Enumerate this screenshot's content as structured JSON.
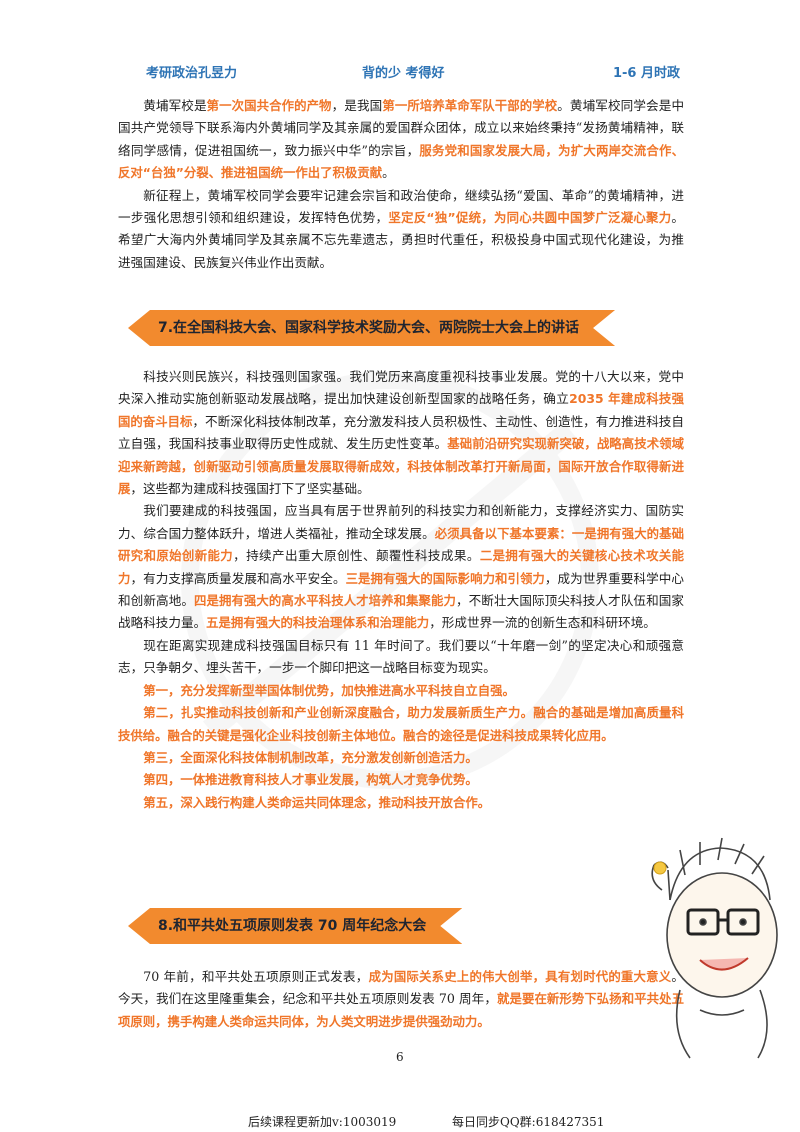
{
  "header": {
    "left": "考研政治孔昱力",
    "center": "背的少 考得好",
    "right": "1-6 月时政"
  },
  "intro": {
    "p1": [
      {
        "t": "黄埔军校是",
        "h": false
      },
      {
        "t": "第一次国共合作的产物",
        "h": true
      },
      {
        "t": "，是我国",
        "h": false
      },
      {
        "t": "第一所培养革命军队干部的学校",
        "h": true
      },
      {
        "t": "。黄埔军校同学会是中国共产党领导下联系海内外黄埔同学及其亲属的爱国群众团体，成立以来始终秉持“发扬黄埔精神，联络同学感情，促进祖国统一，致力振兴中华”的宗旨，",
        "h": false
      },
      {
        "t": "服务党和国家发展大局，为扩大两岸交流合作、反对“台独”分裂、推进祖国统一作出了积极贡献",
        "h": true
      },
      {
        "t": "。",
        "h": false
      }
    ],
    "p2": [
      {
        "t": "新征程上，黄埔军校同学会要牢记建会宗旨和政治使命，继续弘扬“爱国、革命”的黄埔精神，进一步强化思想引领和组织建设，发挥特色优势，",
        "h": false
      },
      {
        "t": "坚定反“独”促统，为同心共圆中国梦广泛凝心聚力",
        "h": true
      },
      {
        "t": "。希望广大海内外黄埔同学及其亲属不忘先辈遗志，勇担时代重任，积极投身中国式现代化建设，为推进强国建设、民族复兴伟业作出贡献。",
        "h": false
      }
    ]
  },
  "section7": {
    "title": "7.在全国科技大会、国家科学技术奖励大会、两院院士大会上的讲话",
    "p1": [
      {
        "t": "科技兴则民族兴，科技强则国家强。我们党历来高度重视科技事业发展。党的十八大以来，党中央深入推动实施创新驱动发展战略，提出加快建设创新型国家的战略任务，确立",
        "h": false
      },
      {
        "t": "2035 年建成科技强国的奋斗目标",
        "h": true
      },
      {
        "t": "，不断深化科技体制改革，充分激发科技人员积极性、主动性、创造性，有力推进科技自立自强，我国科技事业取得历史性成就、发生历史性变革。",
        "h": false
      },
      {
        "t": "基础前沿研究实现新突破，战略高技术领域迎来新跨越，创新驱动引领高质量发展取得新成效，科技体制改革打开新局面，国际开放合作取得新进展",
        "h": true
      },
      {
        "t": "，这些都为建成科技强国打下了坚实基础。",
        "h": false
      }
    ],
    "p2": [
      {
        "t": "我们要建成的科技强国，应当具有居于世界前列的科技实力和创新能力，支撑经济实力、国防实力、综合国力整体跃升，增进人类福祉，推动全球发展。",
        "h": false
      },
      {
        "t": "必须具备以下基本要素：一是拥有强大的基础研究和原始创新能力",
        "h": true
      },
      {
        "t": "，持续产出重大原创性、颠覆性科技成果。",
        "h": false
      },
      {
        "t": "二是拥有强大的关键核心技术攻关能力",
        "h": true
      },
      {
        "t": "，有力支撑高质量发展和高水平安全。",
        "h": false
      },
      {
        "t": "三是拥有强大的国际影响力和引领力",
        "h": true
      },
      {
        "t": "，成为世界重要科学中心和创新高地。",
        "h": false
      },
      {
        "t": "四是拥有强大的高水平科技人才培养和集聚能力",
        "h": true
      },
      {
        "t": "，不断壮大国际顶尖科技人才队伍和国家战略科技力量。",
        "h": false
      },
      {
        "t": "五是拥有强大的科技治理体系和治理能力",
        "h": true
      },
      {
        "t": "，形成世界一流的创新生态和科研环境。",
        "h": false
      }
    ],
    "p3": [
      {
        "t": "现在距离实现建成科技强国目标只有 11 年时间了。我们要以“十年磨一剑”的坚定决心和顽强意志，只争朝夕、埋头苦干，一步一个脚印把这一战略目标变为现实。",
        "h": false
      }
    ],
    "items": [
      "第一，充分发挥新型举国体制优势，加快推进高水平科技自立自强。",
      "第二，扎实推动科技创新和产业创新深度融合，助力发展新质生产力。融合的基础是增加高质量科技供给。融合的关键是强化企业科技创新主体地位。融合的途径是促进科技成果转化应用。",
      "第三，全面深化科技体制机制改革，充分激发创新创造活力。",
      "第四，一体推进教育科技人才事业发展，构筑人才竞争优势。",
      "第五，深入践行构建人类命运共同体理念，推动科技开放合作。"
    ]
  },
  "section8": {
    "title": "8.和平共处五项原则发表 70 周年纪念大会",
    "p1": [
      {
        "t": "70 年前，和平共处五项原则正式发表，",
        "h": false
      },
      {
        "t": "成为国际关系史上的伟大创举，具有划时代的重大意义",
        "h": true
      },
      {
        "t": "。今天，我们在这里隆重集会，纪念和平共处五项原则发表 70 周年，",
        "h": false
      },
      {
        "t": "就是要在新形势下弘扬和平共处五项原则，携手构建人类命运共同体，为人类文明进步提供强劲动力。",
        "h": true
      }
    ]
  },
  "page_number": "6",
  "footer": {
    "left": "后续课程更新加v:1003019",
    "right": "每日同步QQ群:618427351"
  },
  "colors": {
    "accent": "#f0762a",
    "banner": "#f28a2e",
    "header_blue": "#2e74b5"
  },
  "icons": {
    "mascot": "cartoon-teacher-icon"
  }
}
